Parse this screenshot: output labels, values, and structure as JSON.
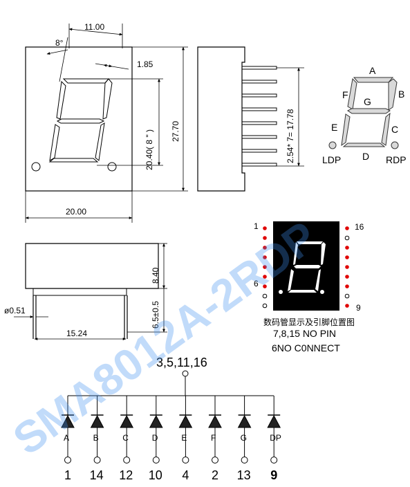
{
  "dimensions": {
    "width_top": "11.00",
    "slant": "8°",
    "segment_thickness": "1.85",
    "digit_height": "20.40( 8 \" )",
    "body_height": "27.70",
    "body_width": "20.00",
    "pin_span": "2.54* 7= 17.78",
    "depth": "8.40",
    "pin_length": "6.5±0.5",
    "pin_diameter": "ø0.51",
    "row_spacing": "15.24"
  },
  "segment_map": {
    "A": "A",
    "B": "B",
    "C": "C",
    "D": "D",
    "E": "E",
    "F": "F",
    "G": "G",
    "ldp": "LDP",
    "rdp": "RDP"
  },
  "pinout": {
    "left_top_pin": "1",
    "left_mid_pin": "6",
    "right_top_pin": "16",
    "right_bottom_pin": "9",
    "caption": "数码管显示及引脚位置图",
    "no_pin_note": "7,8,15 NO PIN",
    "no_connect_note": "6NO C0NNECT"
  },
  "circuit": {
    "common": "3,5,11,16",
    "diodes": [
      {
        "segment": "A",
        "pin": "1"
      },
      {
        "segment": "B",
        "pin": "14"
      },
      {
        "segment": "C",
        "pin": "12"
      },
      {
        "segment": "D",
        "pin": "10"
      },
      {
        "segment": "E",
        "pin": "4"
      },
      {
        "segment": "F",
        "pin": "2"
      },
      {
        "segment": "G",
        "pin": "13"
      },
      {
        "segment": "DP",
        "pin": "9"
      }
    ]
  },
  "watermark": "SMA8012A-2RDP"
}
